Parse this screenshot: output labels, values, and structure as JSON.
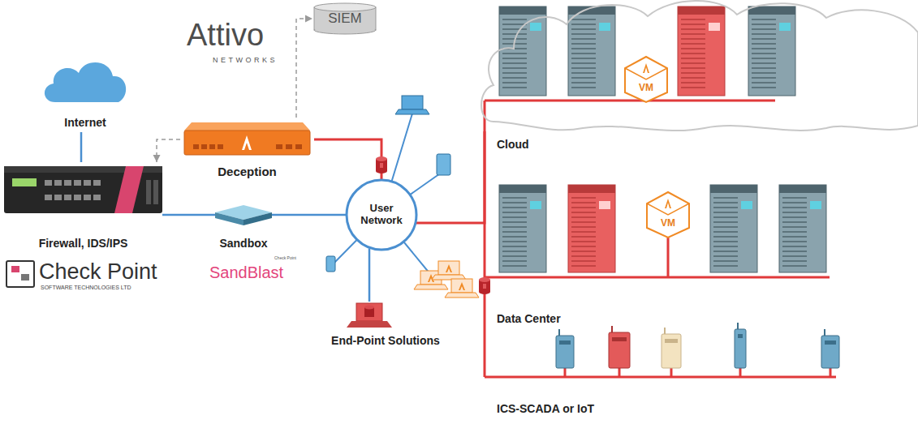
{
  "diagram": {
    "nodes": [
      {
        "text": [
          "Internet"
        ]
      },
      {
        "text": [
          "SIEM"
        ]
      },
      {
        "text": [
          "Deception"
        ]
      },
      {
        "text": [
          "Firewall, IDS/IPS"
        ]
      },
      {
        "text": [
          "Sandbox"
        ]
      },
      {
        "text": [
          "User Network"
        ]
      },
      {
        "text": [
          "End-Point Solutions"
        ]
      },
      {
        "text": [
          "Cloud"
        ]
      },
      {
        "text": [
          "VM"
        ],
        "in": 7
      },
      {
        "text": [
          "VM"
        ]
      }
    ],
    "edges": [
      {
        "from": 0,
        "to": 3,
        "arrow": "none"
      },
      {
        "from": 3,
        "to": 4,
        "arrow": "none"
      },
      {
        "from": 4,
        "to": 5,
        "arrow": "none"
      },
      {
        "from": 2,
        "to": 5,
        "arrow": "none"
      },
      {
        "from": 2,
        "to": 1,
        "arrow": "to"
      },
      {
        "from": 2,
        "to": 3,
        "arrow": "to"
      },
      {
        "from": 5,
        "to": 7,
        "arrow": "none"
      },
      {
        "from": 5,
        "to": 6,
        "arrow": "none"
      }
    ],
    "labels": [
      "Attivo",
      "NETWORKS",
      "Check Point",
      "SOFTWARE TECHNOLOGIES LTD",
      "Check Point",
      "SandBlast",
      "Data Center",
      "ICS-SCADA or IoT"
    ]
  }
}
